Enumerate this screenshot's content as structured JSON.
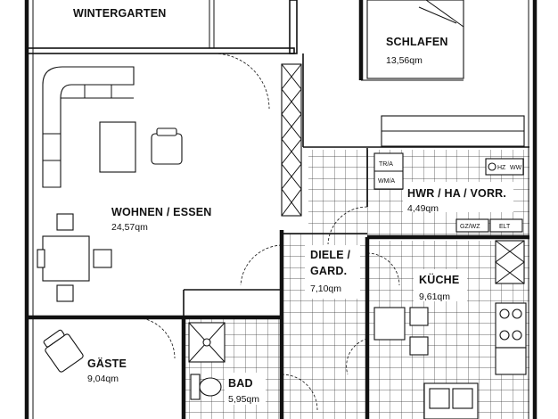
{
  "rooms": {
    "wintergarten": {
      "name": "WINTERGARTEN"
    },
    "schlafen": {
      "name": "SCHLAFEN",
      "area": "13,56qm"
    },
    "hwr": {
      "name": "HWR / HA / VORR.",
      "area": "4,49qm"
    },
    "wohnen": {
      "name": "WOHNEN / ESSEN",
      "area": "24,57qm"
    },
    "diele": {
      "name_line1": "DIELE /",
      "name_line2": "GARD.",
      "area": "7,10qm"
    },
    "kueche": {
      "name": "KÜCHE",
      "area": "9,61qm"
    },
    "gaeste": {
      "name": "GÄSTE",
      "area": "9,04qm"
    },
    "bad": {
      "name": "BAD",
      "area": "5,95qm"
    }
  },
  "fixtures": {
    "trockner": "TR/A",
    "waschmaschine": "WM/A",
    "heizung": "HZ",
    "warmwasser": "WW",
    "gaszaehler": "GZ/WZ",
    "elektro": "ELT"
  }
}
